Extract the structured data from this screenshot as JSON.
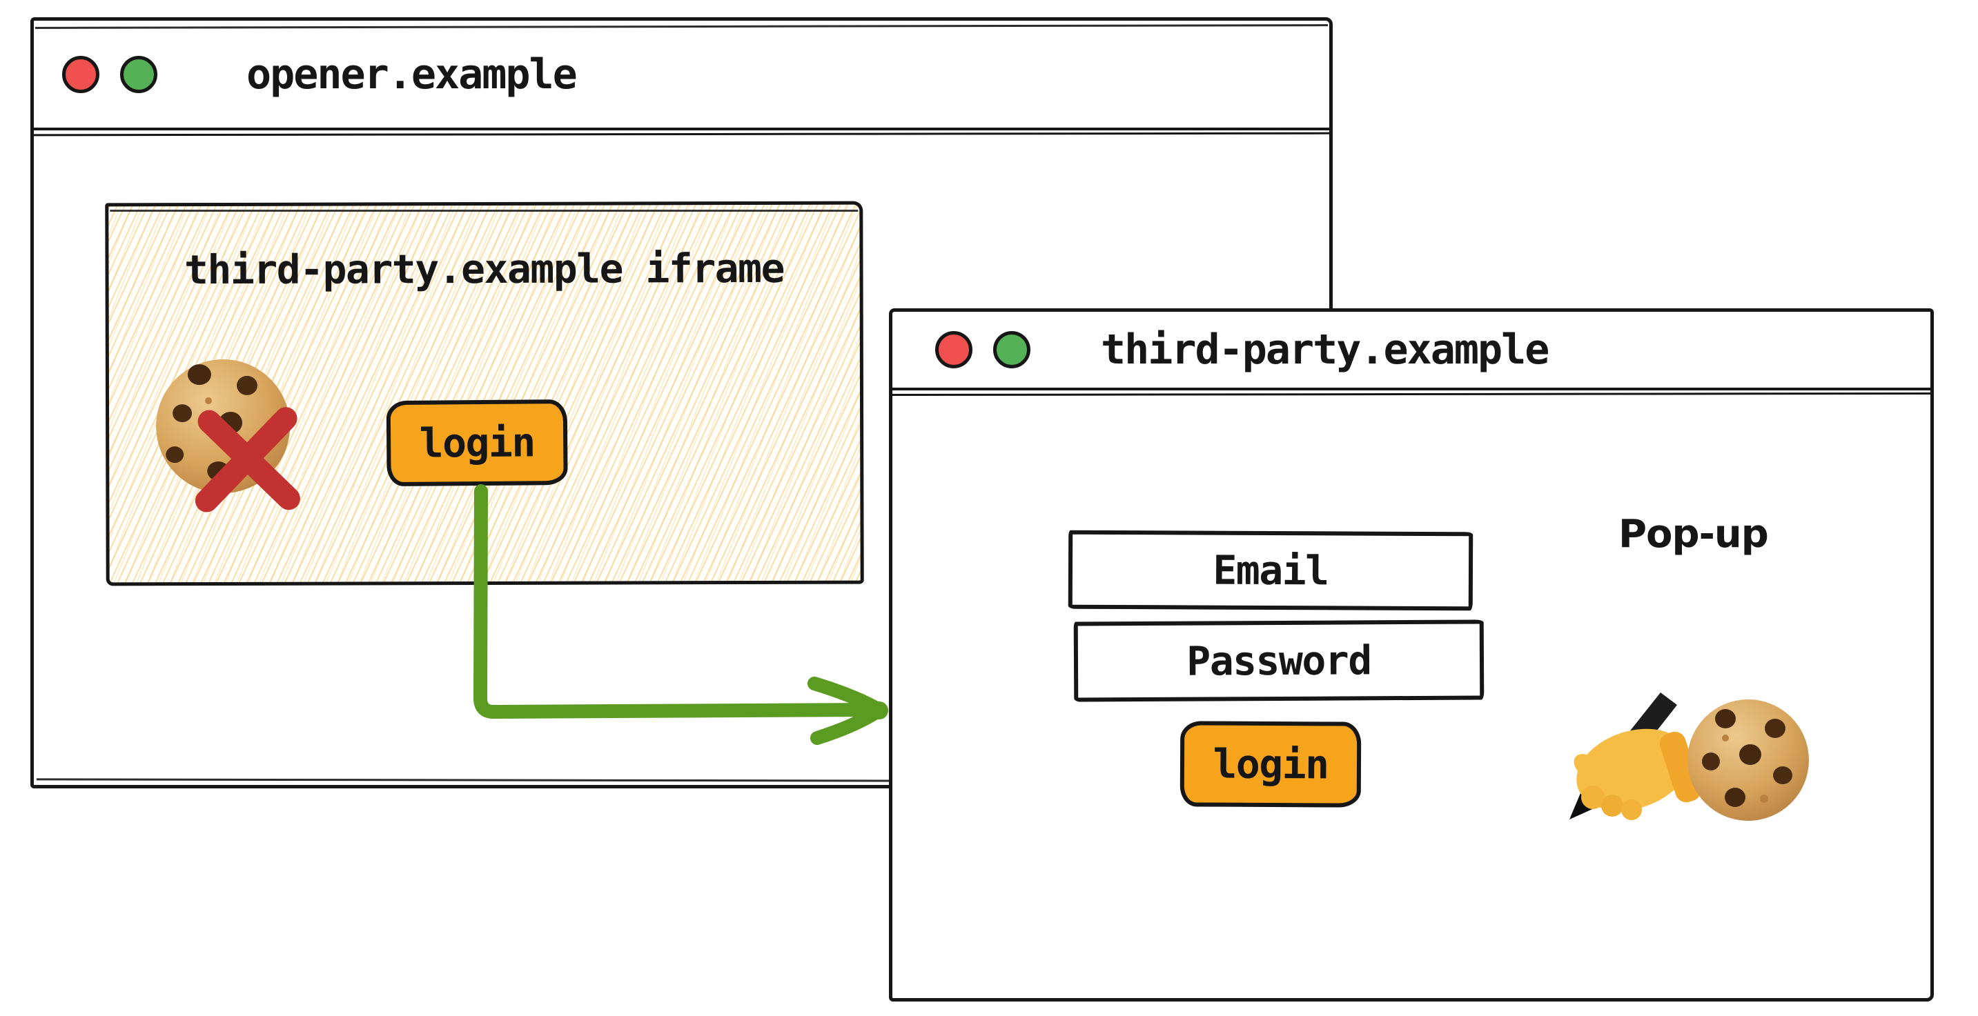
{
  "colors": {
    "ink": "#161616",
    "accent_orange": "#F5A41C",
    "arrow_green": "#5B9B21",
    "blocked_x_red": "#C23230",
    "traffic_red": "#F0504E",
    "traffic_green": "#55B155",
    "hatch_yellow": "#F2C670"
  },
  "opener_window": {
    "title": "opener.example",
    "iframe": {
      "label": "third-party.example iframe",
      "login_button": "login"
    }
  },
  "popup_window": {
    "title": "third-party.example",
    "annotation": "Pop-up",
    "fields": [
      {
        "label": "Email"
      },
      {
        "label": "Password"
      }
    ],
    "login_button": "login"
  },
  "arrow": {
    "color": "#5B9B21"
  }
}
